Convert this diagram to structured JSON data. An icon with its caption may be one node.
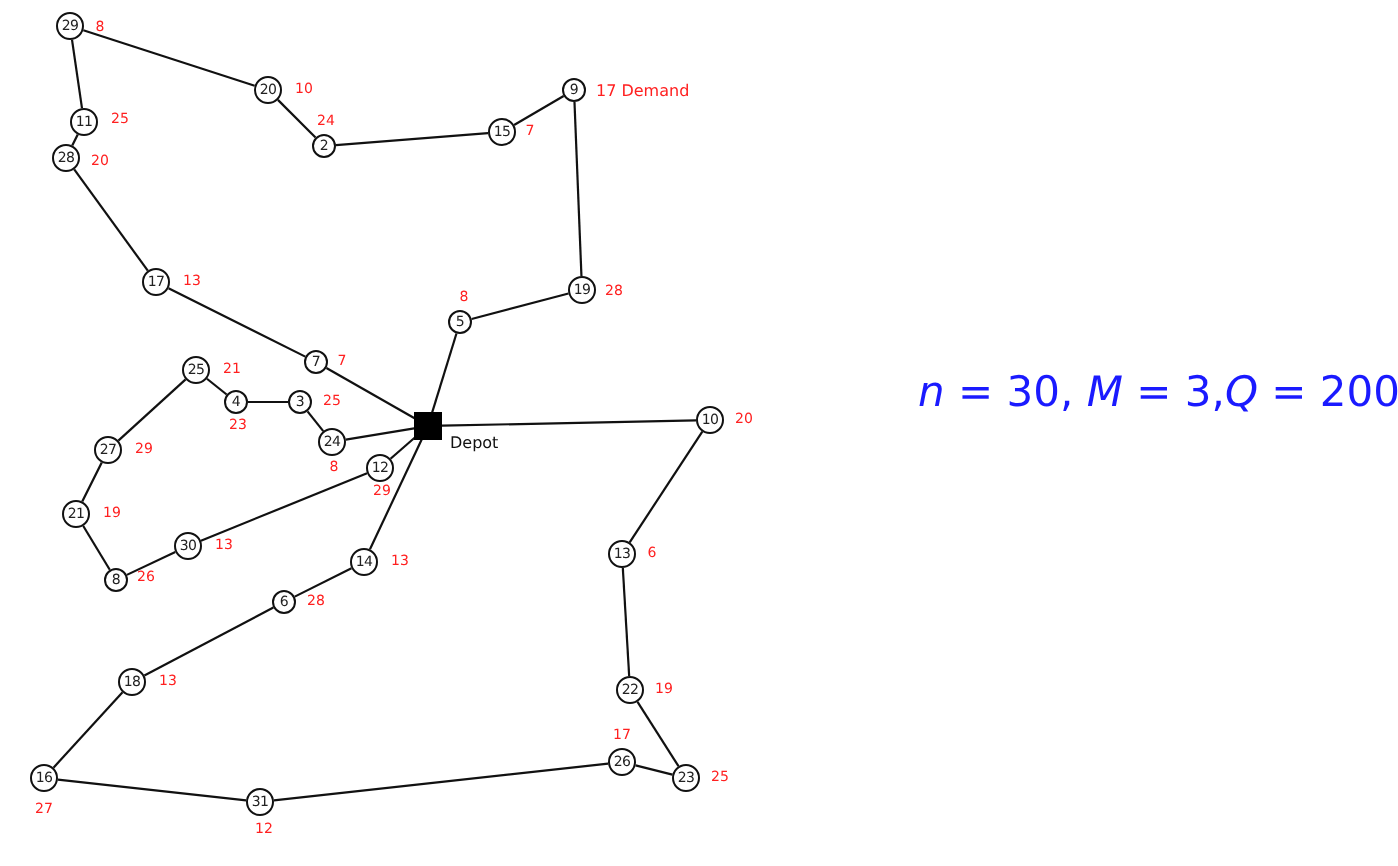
{
  "diagram": {
    "nodes": [
      {
        "text": [],
        "shape": "box",
        "beside": [
          "Depot"
        ]
      },
      {
        "text": [
          "7"
        ],
        "beside": [
          "7"
        ]
      },
      {
        "text": [
          "17"
        ],
        "beside": [
          "13"
        ]
      },
      {
        "text": [
          "28"
        ],
        "beside": [
          "20"
        ]
      },
      {
        "text": [
          "11"
        ],
        "beside": [
          "25"
        ]
      },
      {
        "text": [
          "29"
        ],
        "beside": [
          "8"
        ]
      },
      {
        "text": [
          "20"
        ],
        "beside": [
          "10"
        ]
      },
      {
        "text": [
          "2"
        ],
        "beside": [
          "24"
        ]
      },
      {
        "text": [
          "15"
        ],
        "beside": [
          "7"
        ]
      },
      {
        "text": [
          "9"
        ],
        "beside": [
          "17 Demand"
        ]
      },
      {
        "text": [
          "19"
        ],
        "beside": [
          "28"
        ]
      },
      {
        "text": [
          "5"
        ],
        "beside": [
          "8"
        ]
      },
      {
        "text": [
          "24"
        ],
        "beside": [
          "8"
        ]
      },
      {
        "text": [
          "3"
        ],
        "beside": [
          "25"
        ]
      },
      {
        "text": [
          "4"
        ],
        "beside": [
          "23"
        ]
      },
      {
        "text": [
          "25"
        ],
        "beside": [
          "21"
        ]
      },
      {
        "text": [
          "27"
        ],
        "beside": [
          "29"
        ]
      },
      {
        "text": [
          "21"
        ],
        "beside": [
          "19"
        ]
      },
      {
        "text": [
          "8"
        ],
        "beside": [
          "26"
        ]
      },
      {
        "text": [
          "30"
        ],
        "beside": [
          "13"
        ]
      },
      {
        "text": [
          "12"
        ],
        "beside": [
          "29"
        ]
      },
      {
        "text": [
          "14"
        ],
        "beside": [
          "13"
        ]
      },
      {
        "text": [
          "6"
        ],
        "beside": [
          "28"
        ]
      },
      {
        "text": [
          "18"
        ],
        "beside": [
          "13"
        ]
      },
      {
        "text": [
          "16"
        ],
        "beside": [
          "27"
        ]
      },
      {
        "text": [
          "31"
        ],
        "beside": [
          "12"
        ]
      },
      {
        "text": [
          "26"
        ],
        "beside": [
          "17"
        ]
      },
      {
        "text": [
          "23"
        ],
        "beside": [
          "25"
        ]
      },
      {
        "text": [
          "22"
        ],
        "beside": [
          "19"
        ]
      },
      {
        "text": [
          "13"
        ],
        "beside": [
          "6"
        ]
      },
      {
        "text": [
          "10"
        ],
        "beside": [
          "20"
        ]
      }
    ],
    "edges": [
      {
        "from": 0,
        "to": 1,
        "arrow": "none"
      },
      {
        "from": 1,
        "to": 2,
        "arrow": "none"
      },
      {
        "from": 2,
        "to": 3,
        "arrow": "none"
      },
      {
        "from": 3,
        "to": 4,
        "arrow": "none"
      },
      {
        "from": 4,
        "to": 5,
        "arrow": "none"
      },
      {
        "from": 5,
        "to": 6,
        "arrow": "none"
      },
      {
        "from": 6,
        "to": 7,
        "arrow": "none"
      },
      {
        "from": 7,
        "to": 8,
        "arrow": "none"
      },
      {
        "from": 8,
        "to": 9,
        "arrow": "none"
      },
      {
        "from": 9,
        "to": 10,
        "arrow": "none"
      },
      {
        "from": 10,
        "to": 11,
        "arrow": "none"
      },
      {
        "from": 11,
        "to": 0,
        "arrow": "none"
      },
      {
        "from": 0,
        "to": 12,
        "arrow": "none"
      },
      {
        "from": 12,
        "to": 13,
        "arrow": "none"
      },
      {
        "from": 13,
        "to": 14,
        "arrow": "none"
      },
      {
        "from": 14,
        "to": 15,
        "arrow": "none"
      },
      {
        "from": 15,
        "to": 16,
        "arrow": "none"
      },
      {
        "from": 16,
        "to": 17,
        "arrow": "none"
      },
      {
        "from": 17,
        "to": 18,
        "arrow": "none"
      },
      {
        "from": 18,
        "to": 19,
        "arrow": "none"
      },
      {
        "from": 19,
        "to": 20,
        "arrow": "none"
      },
      {
        "from": 20,
        "to": 0,
        "arrow": "none"
      },
      {
        "from": 0,
        "to": 21,
        "arrow": "none"
      },
      {
        "from": 21,
        "to": 22,
        "arrow": "none"
      },
      {
        "from": 22,
        "to": 23,
        "arrow": "none"
      },
      {
        "from": 23,
        "to": 24,
        "arrow": "none"
      },
      {
        "from": 24,
        "to": 25,
        "arrow": "none"
      },
      {
        "from": 25,
        "to": 26,
        "arrow": "none"
      },
      {
        "from": 26,
        "to": 27,
        "arrow": "none"
      },
      {
        "from": 27,
        "to": 28,
        "arrow": "none"
      },
      {
        "from": 28,
        "to": 29,
        "arrow": "none"
      },
      {
        "from": 29,
        "to": 30,
        "arrow": "none"
      },
      {
        "from": 30,
        "to": 0,
        "arrow": "none"
      }
    ],
    "labels": [
      "*n* = 30, *M* = 3,*Q* = 200"
    ]
  }
}
